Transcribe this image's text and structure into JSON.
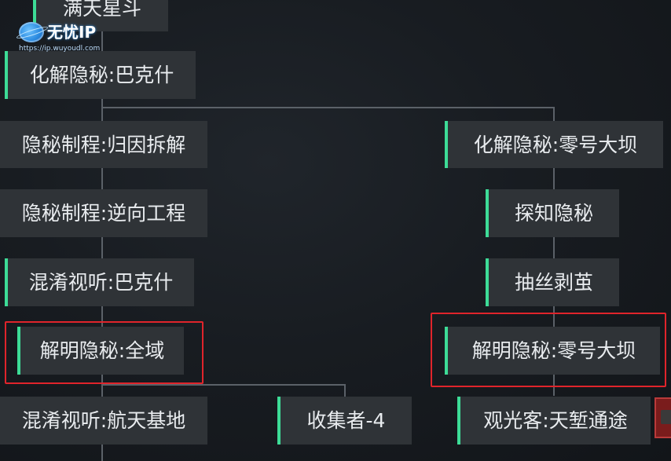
{
  "watermark": {
    "name": "无忧IP",
    "url": "https://ip.wuyoudl.com"
  },
  "skill_tree": {
    "nodes": {
      "top_partial": "满天星斗",
      "root": "化解隐秘:巴克什",
      "left_1": "隐秘制程:归因拆解",
      "left_2": "隐秘制程:逆向工程",
      "left_3": "混淆视听:巴克什",
      "left_4": "解明隐秘:全域",
      "left_5": "混淆视听:航天基地",
      "left_5b": "收集者-4",
      "right_1": "化解隐秘:零号大坝",
      "right_2": "探知隐秘",
      "right_3": "抽丝剥茧",
      "right_4": "解明隐秘:零号大坝",
      "right_5": "观光客:天堑通途"
    },
    "highlighted": [
      "left_4",
      "right_4"
    ],
    "colors": {
      "node_bg": "#2f3337",
      "accent_bar": "#3ddc97",
      "connector": "#5b6168",
      "highlight": "#e0242b"
    }
  }
}
